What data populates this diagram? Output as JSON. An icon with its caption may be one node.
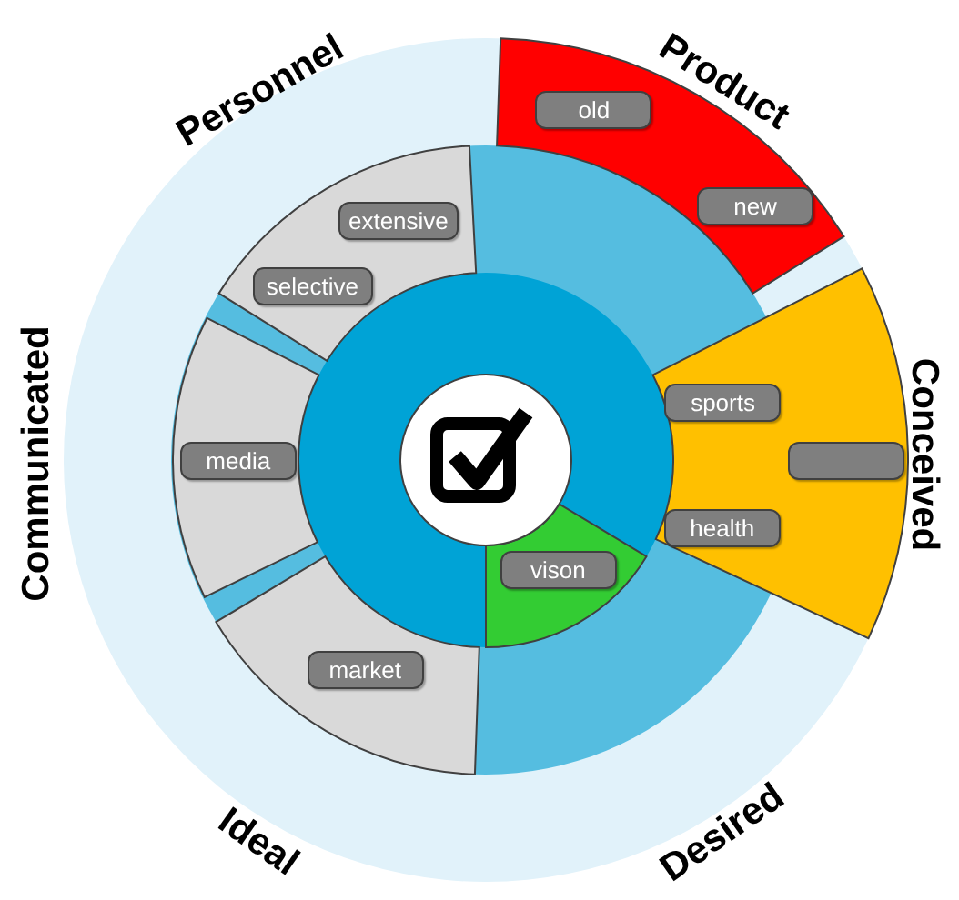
{
  "diagram": {
    "nodes": [
      {
        "text": [],
        "shape": "sector"
      },
      {
        "text": [
          "old"
        ],
        "in": 0
      },
      {
        "text": [
          "new"
        ],
        "in": 0
      },
      {
        "text": [],
        "shape": "sector"
      },
      {
        "text": [
          "sports"
        ],
        "in": 3
      },
      {
        "text": [],
        "shape": "box",
        "in": 3
      },
      {
        "text": [
          "health"
        ],
        "in": 3
      },
      {
        "text": [],
        "shape": "sector"
      },
      {
        "text": [
          "vison"
        ],
        "in": 7
      },
      {
        "text": [],
        "shape": "sector"
      },
      {
        "text": [
          "market"
        ],
        "in": 9
      },
      {
        "text": [],
        "shape": "sector"
      },
      {
        "text": [
          "media"
        ],
        "in": 11
      },
      {
        "text": [],
        "shape": "sector"
      },
      {
        "text": [
          "extensive"
        ],
        "in": 13
      },
      {
        "text": [
          "selective"
        ],
        "in": 13
      }
    ],
    "labels": [
      "Personnel",
      "Product",
      "Conceived",
      "Desired",
      "Ideal",
      "Communicated"
    ]
  }
}
